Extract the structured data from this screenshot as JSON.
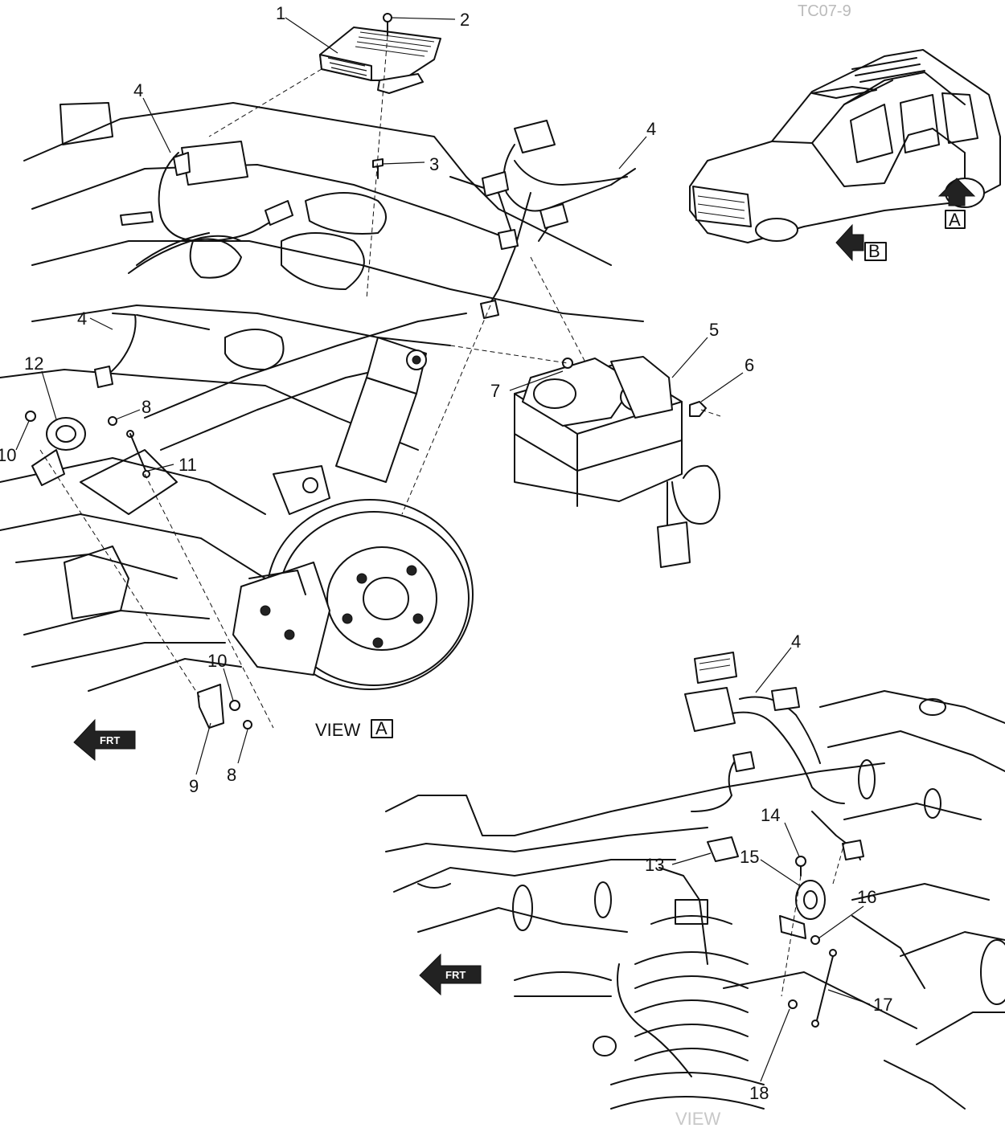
{
  "corner_code": "TC07-9",
  "view_labels": {
    "view_a": "VIEW",
    "view_a_box": "A",
    "view_b_partial": "VIEW"
  },
  "direction_boxes": {
    "a": "A",
    "b": "B"
  },
  "front_arrows": [
    {
      "label": "FRT"
    },
    {
      "label": "FRT"
    }
  ],
  "callouts": [
    {
      "id": "c1",
      "text": "1"
    },
    {
      "id": "c2",
      "text": "2"
    },
    {
      "id": "c3",
      "text": "3"
    },
    {
      "id": "c4a",
      "text": "4"
    },
    {
      "id": "c4b",
      "text": "4"
    },
    {
      "id": "c4c",
      "text": "4"
    },
    {
      "id": "c4d",
      "text": "4"
    },
    {
      "id": "c5",
      "text": "5"
    },
    {
      "id": "c6",
      "text": "6"
    },
    {
      "id": "c7",
      "text": "7"
    },
    {
      "id": "c8a",
      "text": "8"
    },
    {
      "id": "c8b",
      "text": "8"
    },
    {
      "id": "c9",
      "text": "9"
    },
    {
      "id": "c10a",
      "text": "10"
    },
    {
      "id": "c10b",
      "text": "10"
    },
    {
      "id": "c11",
      "text": "11"
    },
    {
      "id": "c12",
      "text": "12"
    },
    {
      "id": "c13",
      "text": "13"
    },
    {
      "id": "c14",
      "text": "14"
    },
    {
      "id": "c15",
      "text": "15"
    },
    {
      "id": "c16",
      "text": "16"
    },
    {
      "id": "c17",
      "text": "17"
    },
    {
      "id": "c18",
      "text": "18"
    }
  ]
}
